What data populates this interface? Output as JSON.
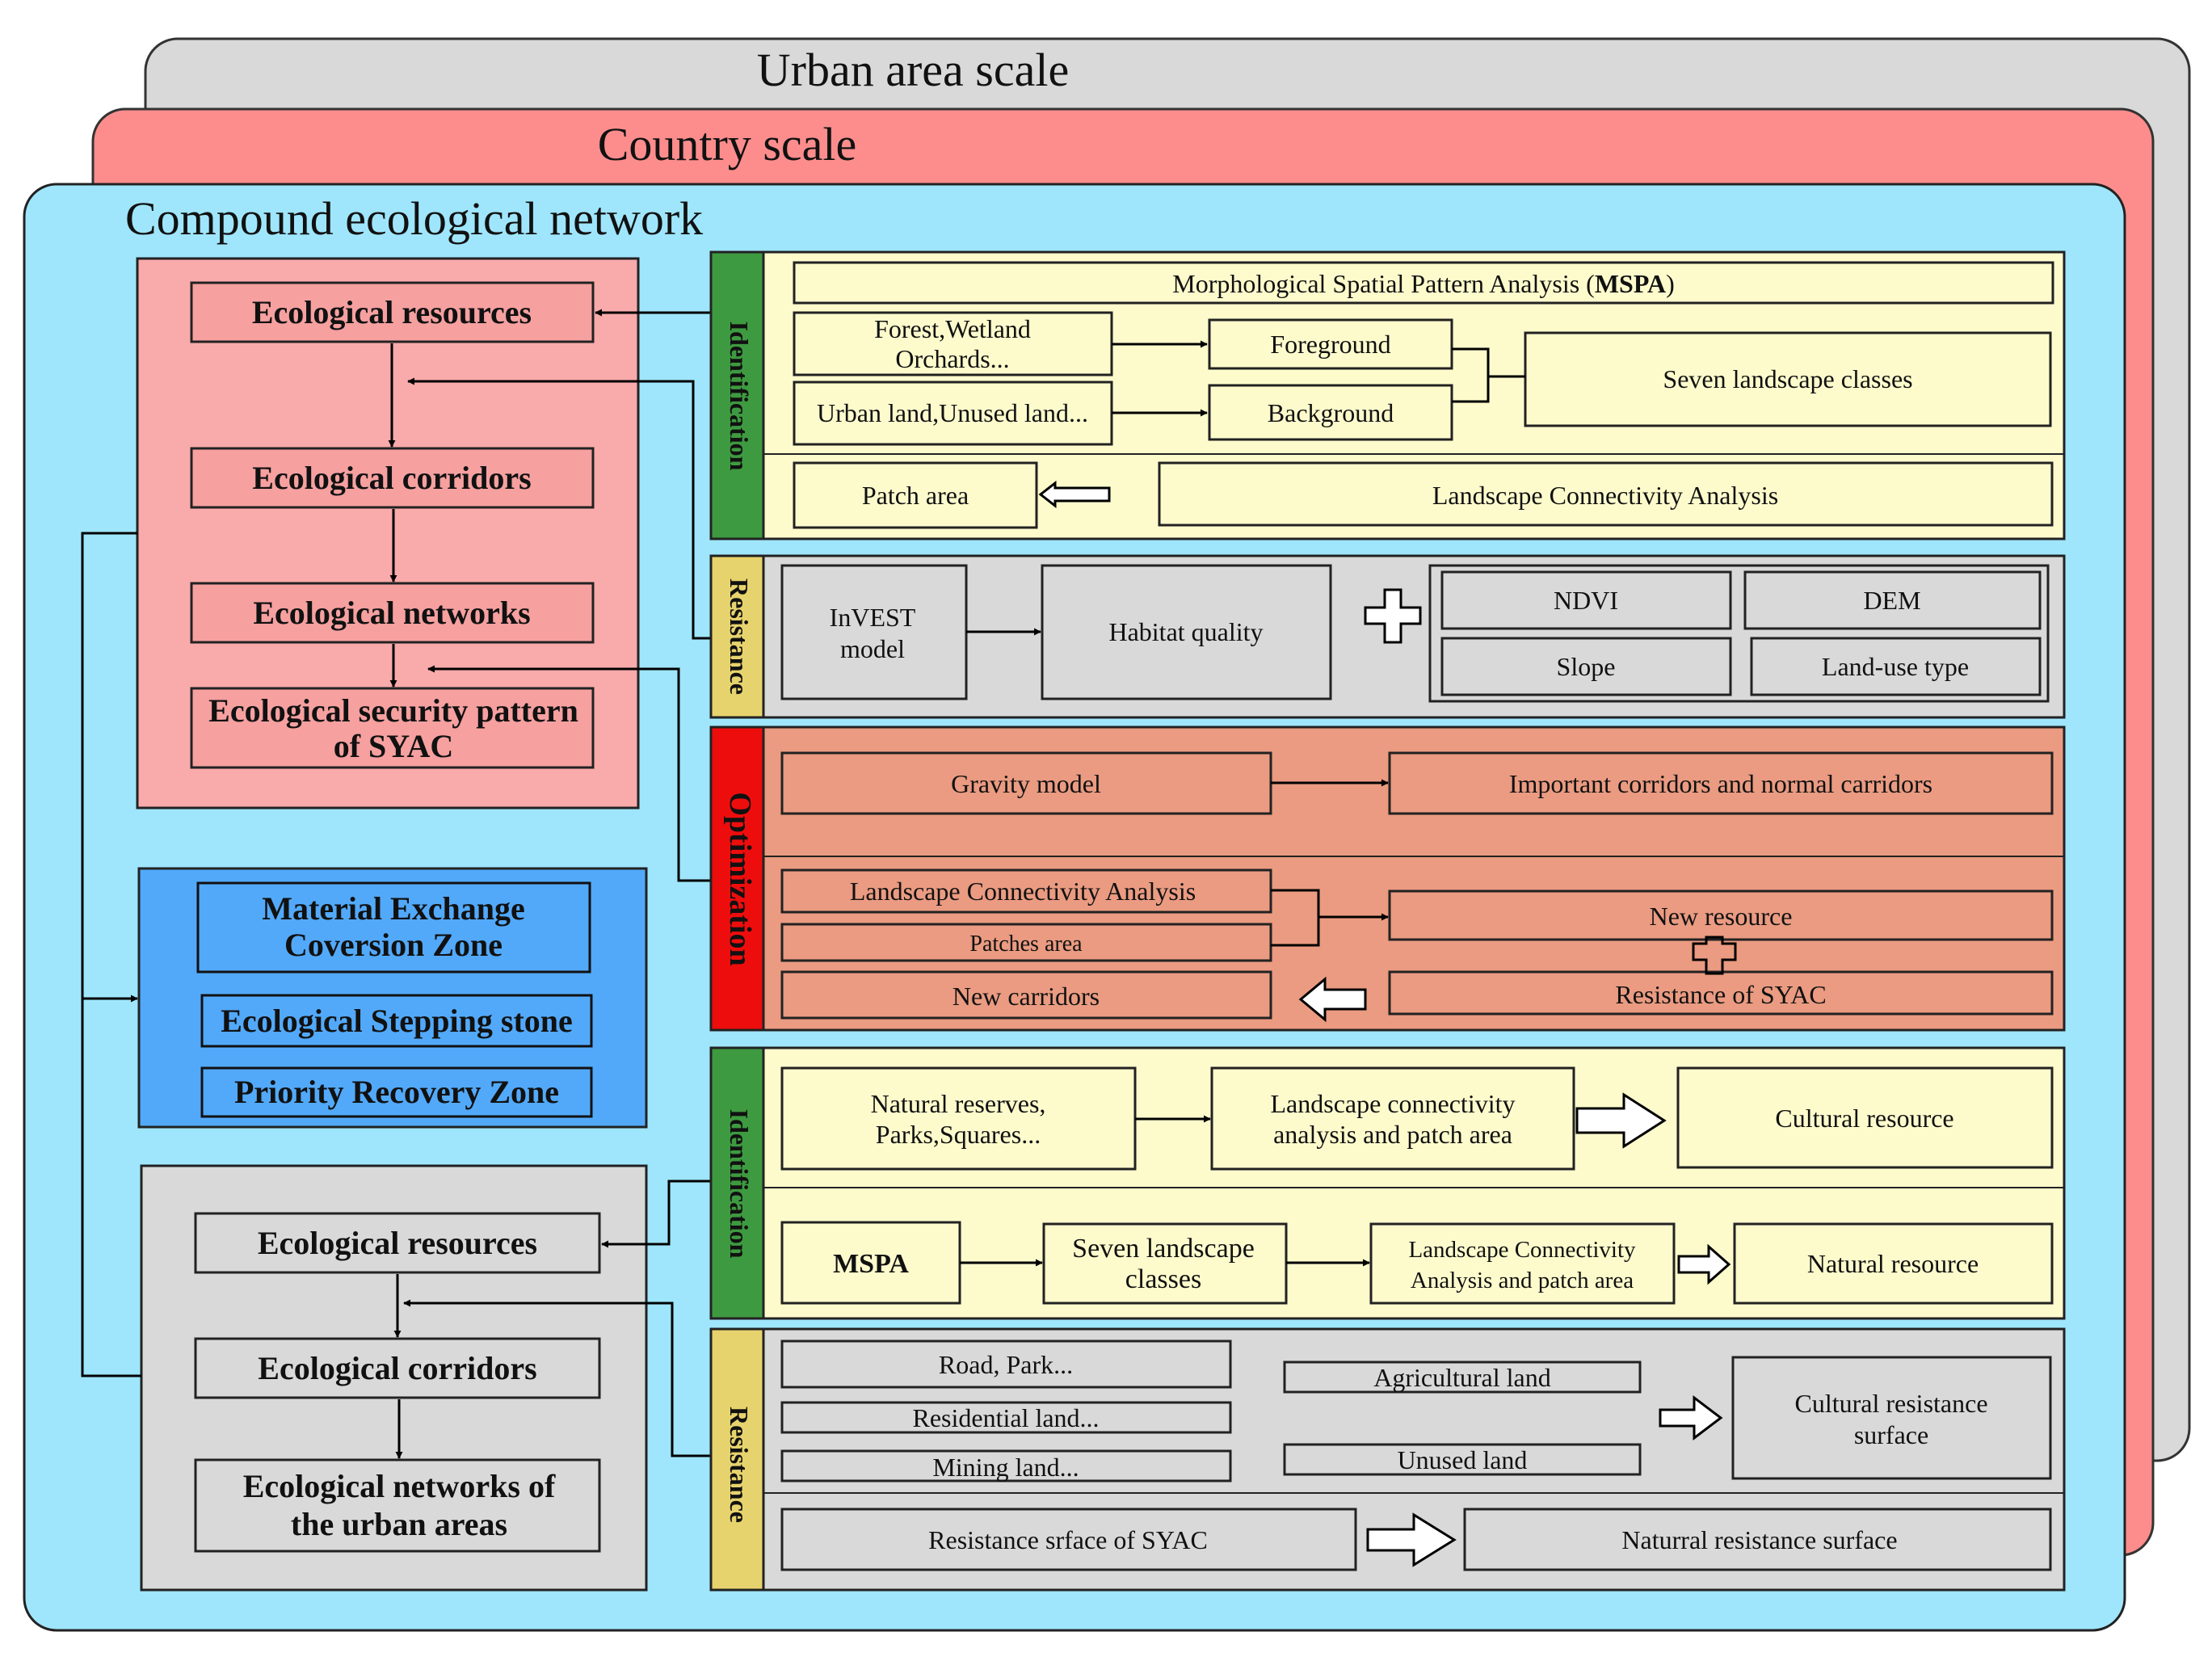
{
  "titles": {
    "urban_scale": "Urban area scale",
    "country_scale": "Country scale",
    "compound": "Compound ecological network"
  },
  "left_panel": {
    "top": {
      "resources": "Ecological resources",
      "corridors": "Ecological corridors",
      "networks": "Ecological networks",
      "security_line1": "Ecological security pattern",
      "security_line2": "of SYAC"
    },
    "zones": {
      "material_line1": "Material Exchange",
      "material_line2": "Coversion Zone",
      "stepping": "Ecological Stepping stone",
      "priority": "Priority Recovery Zone"
    },
    "bottom": {
      "resources": "Ecological resources",
      "corridors": "Ecological corridors",
      "networks_line1": "Ecological networks of",
      "networks_line2": "the urban areas"
    }
  },
  "side_labels": {
    "identification_1": "Identification",
    "resistance_1": "Resistance",
    "optimization": "Optimization",
    "identification_2": "Identification",
    "resistance_2": "Resistance"
  },
  "country_identification": {
    "mspa_prefix": "Morphological Spatial Pattern Analysis (",
    "mspa_bold": "MSPA",
    "mspa_suffix": ")",
    "forest_line1": "Forest,Wetland",
    "forest_line2": "Orchards...",
    "urban_land": "Urban land,Unused land...",
    "foreground": "Foreground",
    "background": "Background",
    "seven_classes": "Seven landscape classes",
    "patch_area": "Patch area",
    "lca": "Landscape Connectivity Analysis"
  },
  "country_resistance": {
    "invest_line1": "InVEST",
    "invest_line2": "model",
    "habitat": "Habitat quality",
    "ndvi": "NDVI",
    "dem": "DEM",
    "slope": "Slope",
    "landuse": "Land-use type"
  },
  "optimization": {
    "gravity": "Gravity model",
    "important": "Important corridors and normal carridors",
    "lca": "Landscape Connectivity Analysis",
    "patches": "Patches area",
    "new_carridors": "New carridors",
    "new_resource": "New resource",
    "resistance_syac": "Resistance of SYAC"
  },
  "urban_identification": {
    "natural_line1": "Natural reserves,",
    "natural_line2": "Parks,Squares...",
    "lc_line1": "Landscape connectivity",
    "lc_line2": "analysis and patch area",
    "cultural_resource": "Cultural resource",
    "mspa": "MSPA",
    "seven_line1": "Seven landscape",
    "seven_line2": "classes",
    "lca_line1": "Landscape Connectivity",
    "lca_line2": "Analysis and patch area",
    "natural_resource": "Natural resource"
  },
  "urban_resistance": {
    "road": "Road, Park...",
    "residential": "Residential land...",
    "mining": "Mining land...",
    "agricultural": "Agricultural land",
    "unused": "Unused land",
    "cultural_line1": "Cultural  resistance",
    "cultural_line2": "surface",
    "resistance_syac": "Resistance srface of  SYAC",
    "natural_surface": "Naturral resistance surface"
  },
  "colors": {
    "gray_layer": "#d9d9d9",
    "red_layer": "#fd8d8d",
    "blue_layer": "#9fe6fd",
    "pink_panel": "#f9aaaa",
    "pink_box": "#f6a0a0",
    "blue_panel": "#52a9fa",
    "gray_panel": "#d9d9d9",
    "yellow_box": "#fdfbcc",
    "gray_box": "#d9d9d9",
    "salmon_box": "#ea9b81",
    "green_tab": "#3e9a40",
    "yellow_tab": "#e7d36d",
    "red_tab": "#ee0d0d"
  }
}
